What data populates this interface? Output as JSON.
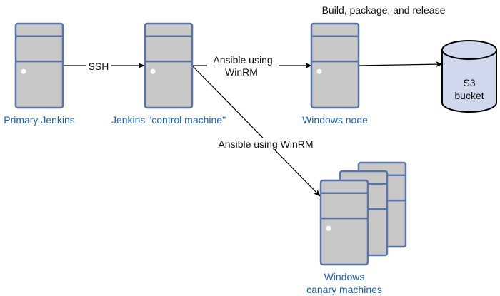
{
  "diagram": {
    "caption": "Build, package, and release",
    "nodes": {
      "primary_jenkins": {
        "label": "Primary Jenkins"
      },
      "control_machine": {
        "label": "Jenkins \"control machine\""
      },
      "windows_node": {
        "label": "Windows node"
      },
      "canary_machines": {
        "label_line1": "Windows",
        "label_line2": "canary machines"
      },
      "s3_bucket": {
        "label_line1": "S3",
        "label_line2": "bucket"
      }
    },
    "edges": {
      "ssh": {
        "label": "SSH"
      },
      "to_windows_node": {
        "label_line1": "Ansible using",
        "label_line2": "WinRM"
      },
      "to_canary": {
        "label": "Ansible using WinRM"
      }
    },
    "icons": {
      "server": "server-icon",
      "bucket": "database-cylinder-icon"
    },
    "colors": {
      "server_fill": "#c8c8c8",
      "server_stroke": "#5a74a8",
      "bucket_fill": "#cfd8ec",
      "label_blue": "#1f5fa8",
      "arrow": "#000000"
    }
  }
}
